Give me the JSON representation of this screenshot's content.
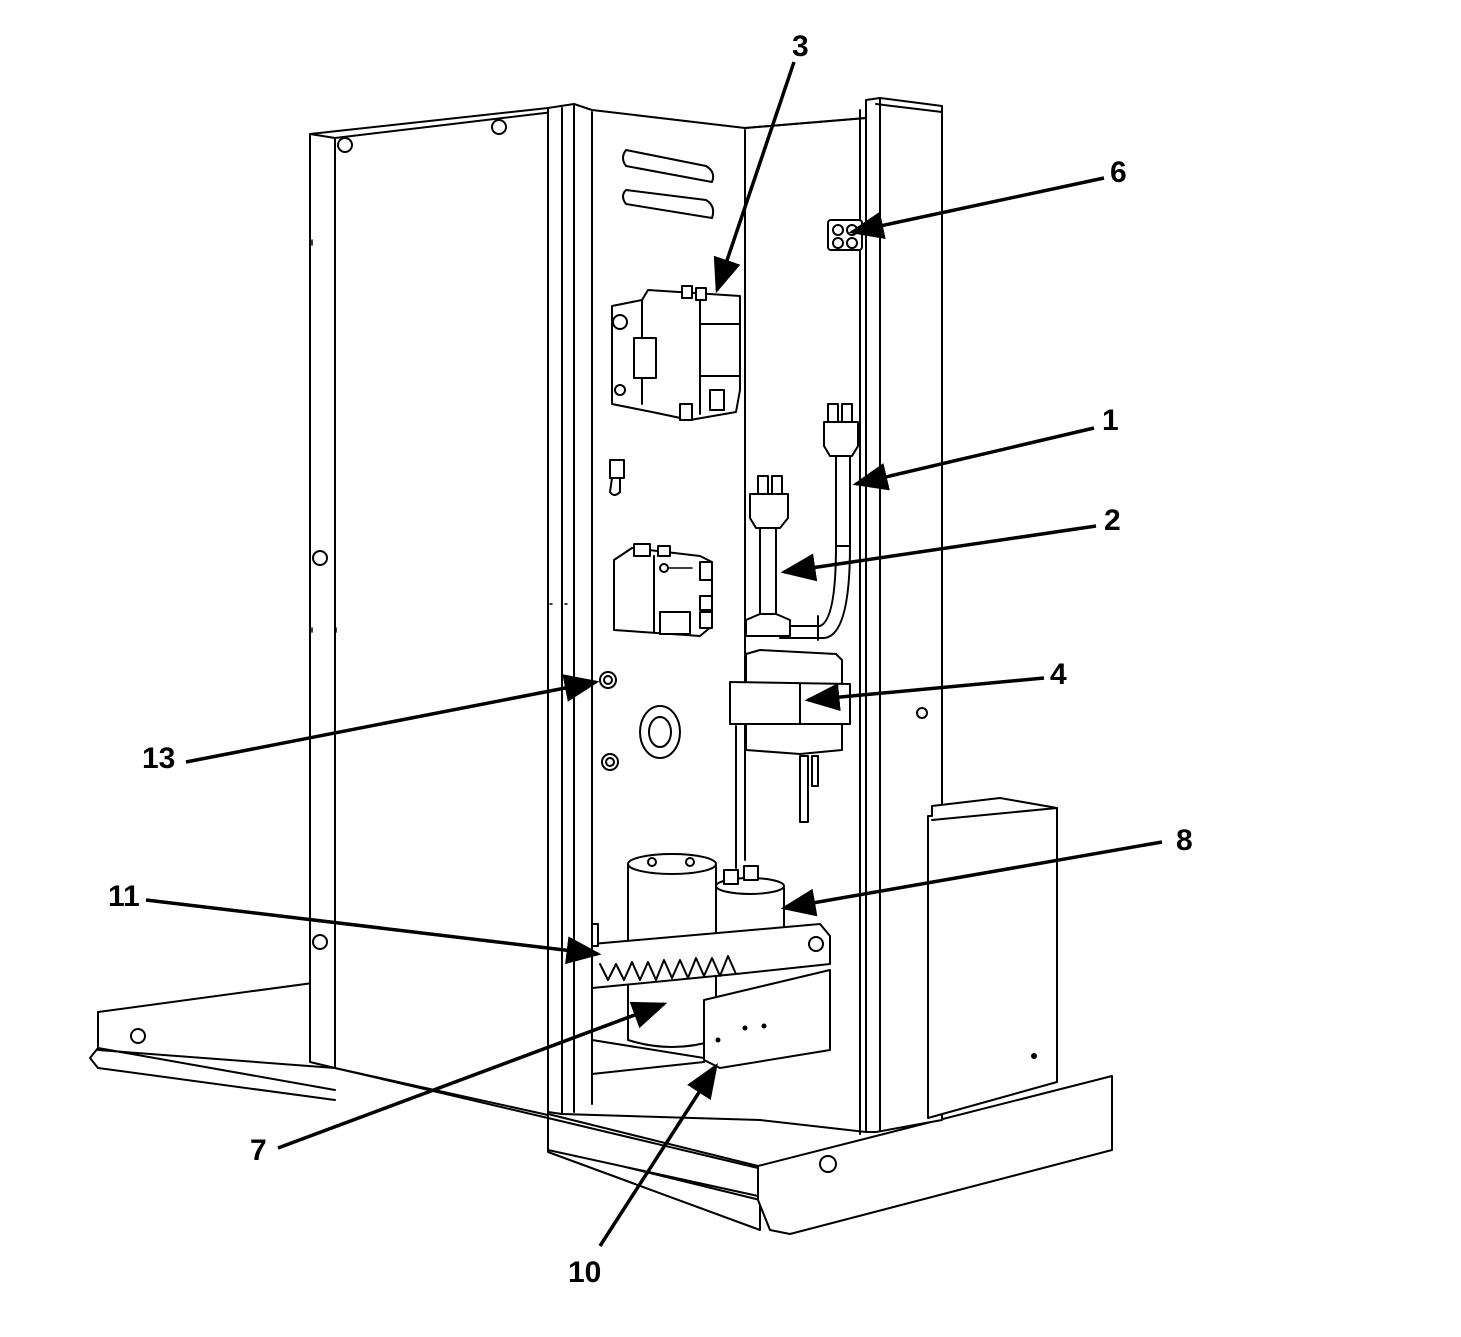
{
  "callouts": [
    {
      "id": "c1",
      "label": "1"
    },
    {
      "id": "c2",
      "label": "2"
    },
    {
      "id": "c3",
      "label": "3"
    },
    {
      "id": "c4",
      "label": "4"
    },
    {
      "id": "c6",
      "label": "6"
    },
    {
      "id": "c7",
      "label": "7"
    },
    {
      "id": "c8",
      "label": "8"
    },
    {
      "id": "c10",
      "label": "10"
    },
    {
      "id": "c11",
      "label": "11"
    },
    {
      "id": "c13",
      "label": "13"
    }
  ],
  "colors": {
    "line": "#000000",
    "background": "#ffffff"
  }
}
